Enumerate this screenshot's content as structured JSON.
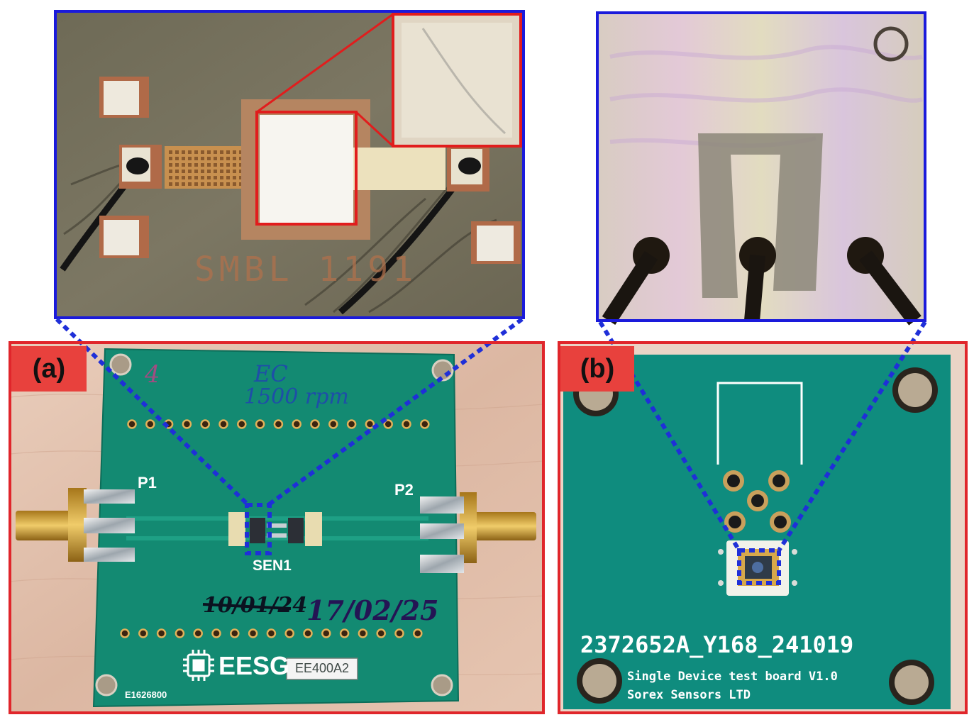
{
  "panel_a": {
    "tag": "(a)",
    "chip_text": "SMBL 1191",
    "board": {
      "handwriting_top_1": "4",
      "handwriting_top_2": "EC",
      "handwriting_top_3": "1500 rpm",
      "port_1": "P1",
      "port_2": "P2",
      "sensor_label": "SEN1",
      "date_crossed": "10/01/24",
      "date_current": "17/02/25",
      "logo_text": "EESG",
      "board_code": "EE400A2",
      "serial": "E1626800"
    }
  },
  "panel_b": {
    "tag": "(b)",
    "board": {
      "part_number": "2372652A_Y168_241019",
      "line_1": "Single Device test board V1.0",
      "line_2": "Sorex Sensors LTD"
    }
  },
  "colors": {
    "frame_red": "#e0262b",
    "frame_blue": "#1a1adb",
    "tag_red": "#e8413d",
    "pcb_green_a": "#138a72",
    "pcb_green_b": "#0f8c7e",
    "leader_blue": "#1f2fd8"
  }
}
